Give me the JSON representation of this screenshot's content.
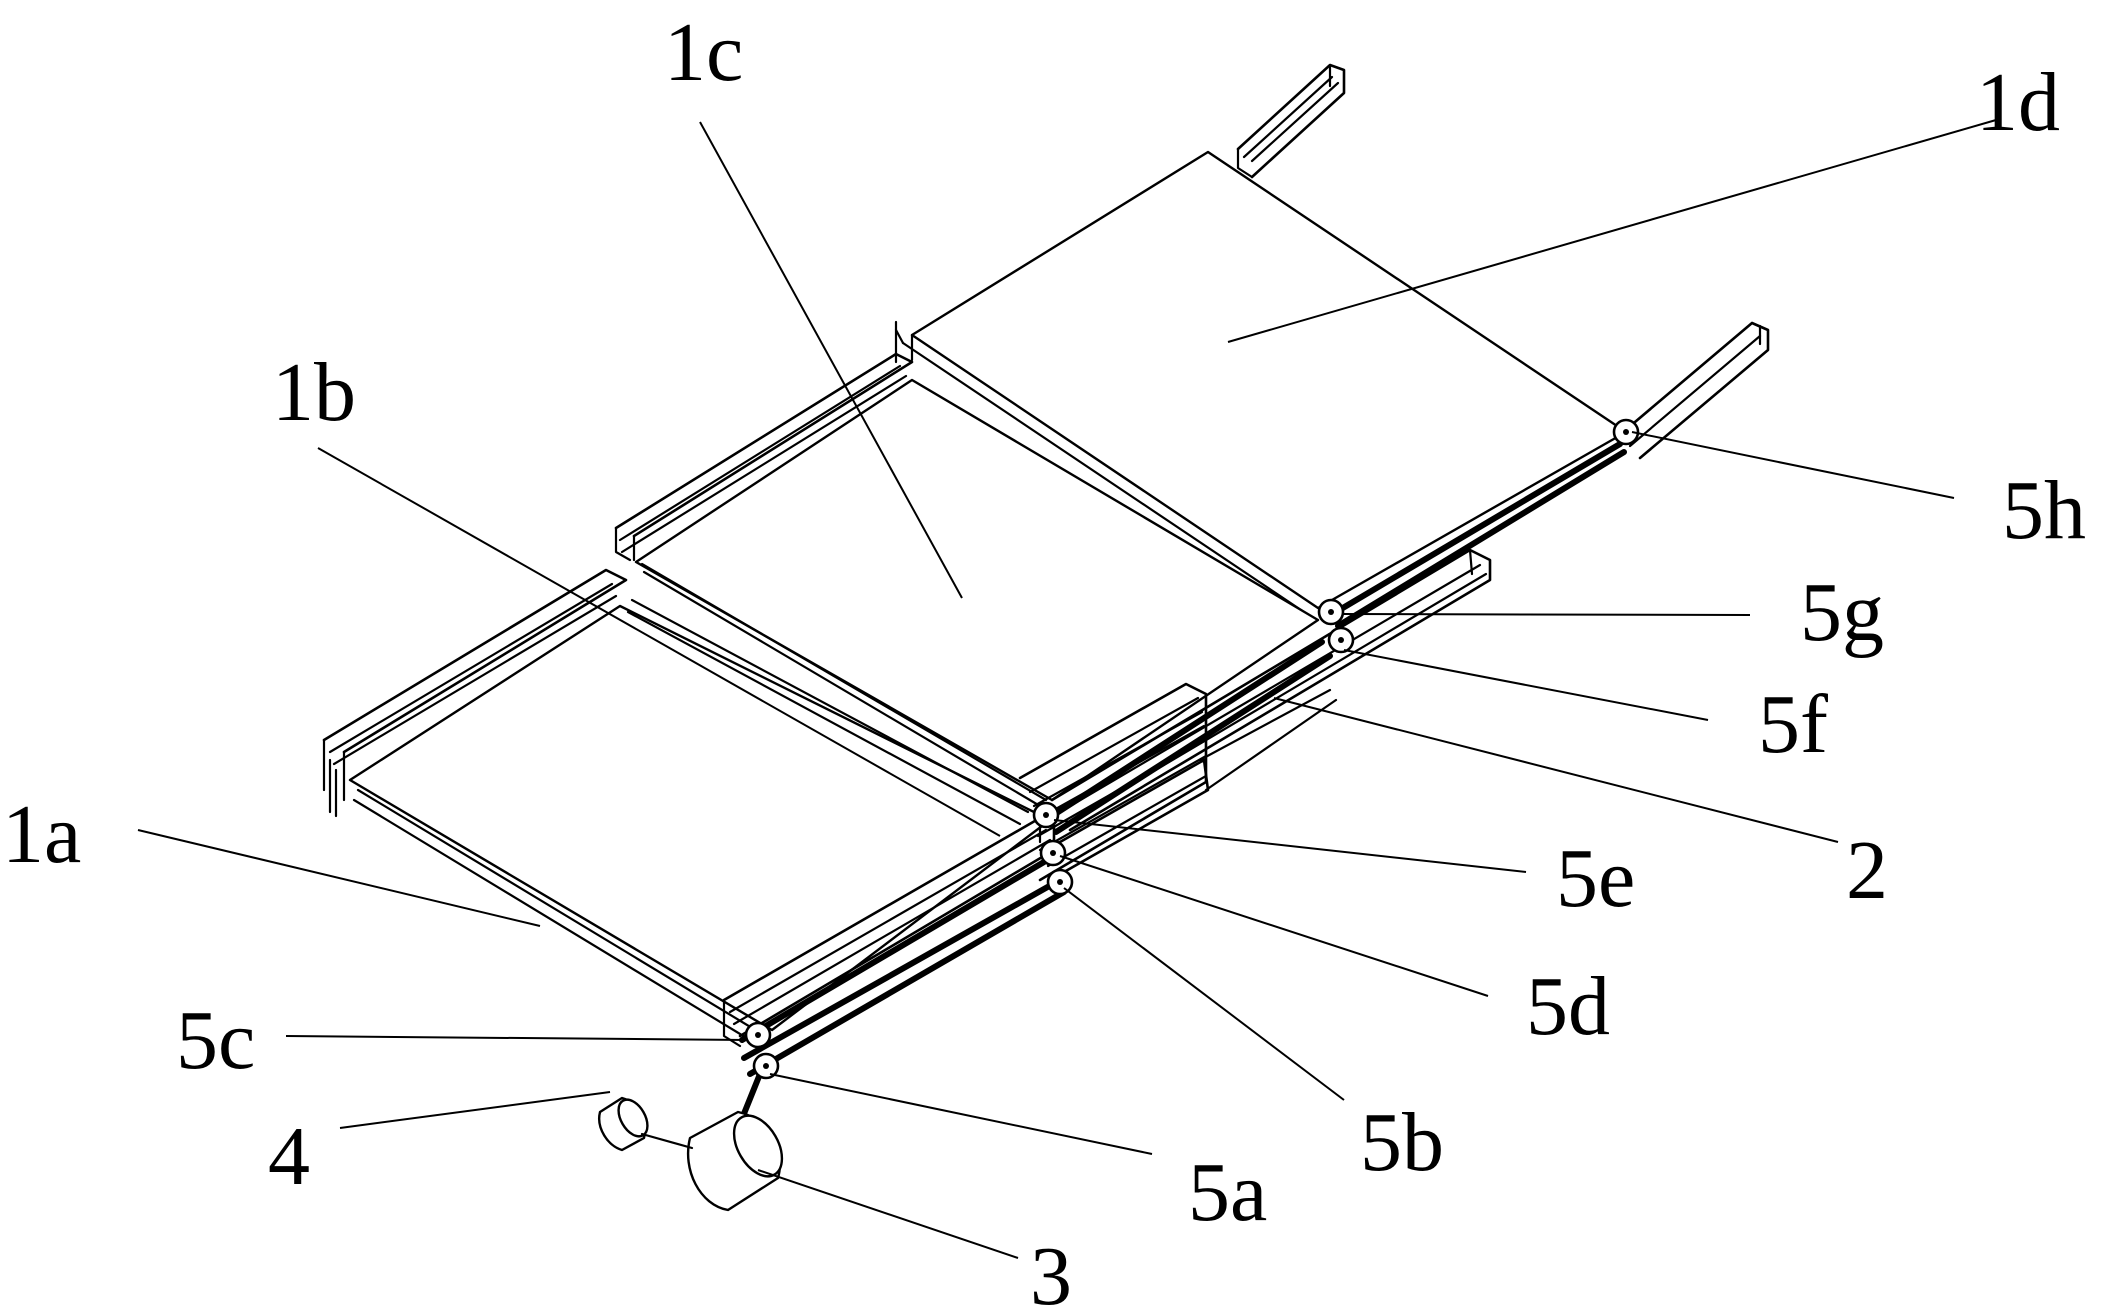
{
  "figure": {
    "labels": {
      "l1a": "1a",
      "l1b": "1b",
      "l1c": "1c",
      "l1d": "1d",
      "l2": "2",
      "l3": "3",
      "l4": "4",
      "l5a": "5a",
      "l5b": "5b",
      "l5c": "5c",
      "l5d": "5d",
      "l5e": "5e",
      "l5f": "5f",
      "l5g": "5g",
      "l5h": "5h"
    }
  }
}
